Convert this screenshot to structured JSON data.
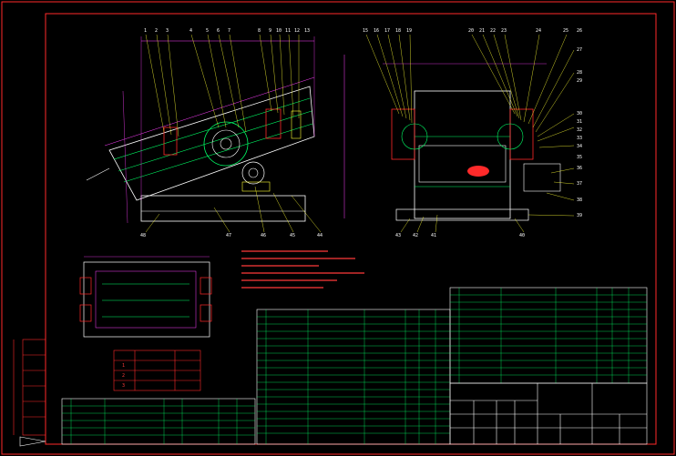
{
  "colors": {
    "background": "#000000",
    "frame": "#ff2a2a",
    "geometry": "#ffffff",
    "leader": "#ffff33",
    "dimension": "#ff40ff",
    "table_line": "#00ff66",
    "note": "#ff3b3b"
  },
  "front_view": {
    "callouts_top": [
      "1",
      "2",
      "3",
      "4",
      "5",
      "6",
      "7",
      "8",
      "9",
      "10",
      "11",
      "12",
      "13"
    ],
    "callouts_bottom": [
      "48",
      "47",
      "46",
      "45",
      "44"
    ]
  },
  "side_view": {
    "callouts_top_left": [
      "15",
      "16",
      "17",
      "18",
      "19"
    ],
    "callouts_top_right": [
      "20",
      "21",
      "22",
      "23",
      "24",
      "25",
      "26"
    ],
    "callouts_right": [
      "27",
      "28",
      "29",
      "30",
      "31",
      "32",
      "33",
      "34",
      "35",
      "36",
      "37",
      "38",
      "39"
    ],
    "callouts_bottom": [
      "43",
      "42",
      "41",
      "40"
    ]
  },
  "param_table": {
    "rows": [
      [
        "1",
        "",
        ""
      ],
      [
        "2",
        "",
        ""
      ],
      [
        "3",
        "",
        ""
      ]
    ]
  },
  "left_strip": {
    "labels": [
      "",
      "",
      "",
      "",
      "",
      ""
    ]
  }
}
